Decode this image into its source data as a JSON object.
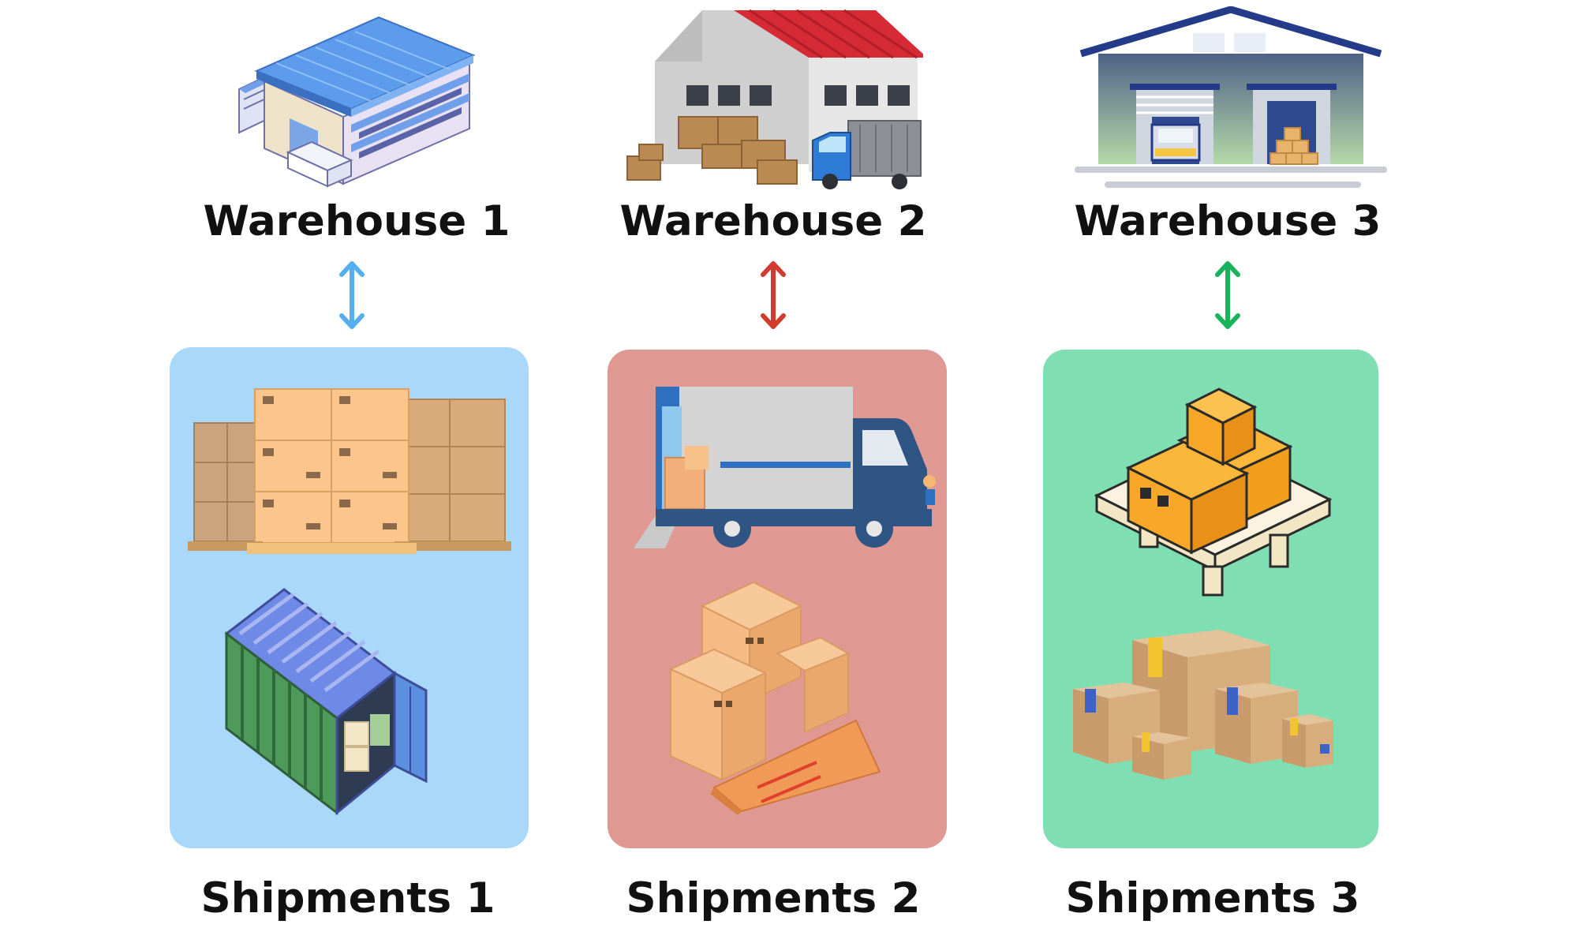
{
  "columns": [
    {
      "warehouse_label": "Warehouse 1",
      "warehouse_icon": "isometric-blue-roof-warehouse-icon",
      "shipments_label": "Shipments 1",
      "panel_color": "#a9d8fb",
      "arrow_color": "#55aef0",
      "shipment_icons": [
        "pallet-boxes-icon",
        "shipping-container-icon"
      ]
    },
    {
      "warehouse_label": "Warehouse 2",
      "warehouse_icon": "red-roof-warehouse-with-truck-icon",
      "shipments_label": "Shipments 2",
      "panel_color": "#e09893",
      "arrow_color": "#d23c30",
      "shipment_icons": [
        "delivery-truck-icon",
        "stacked-cartons-icon"
      ]
    },
    {
      "warehouse_label": "Warehouse 3",
      "warehouse_icon": "flat-loading-dock-warehouse-icon",
      "shipments_label": "Shipments 3",
      "panel_color": "#80dfb2",
      "arrow_color": "#19b45a",
      "shipment_icons": [
        "boxes-on-pallet-icon",
        "cardboard-boxes-icon"
      ]
    }
  ]
}
